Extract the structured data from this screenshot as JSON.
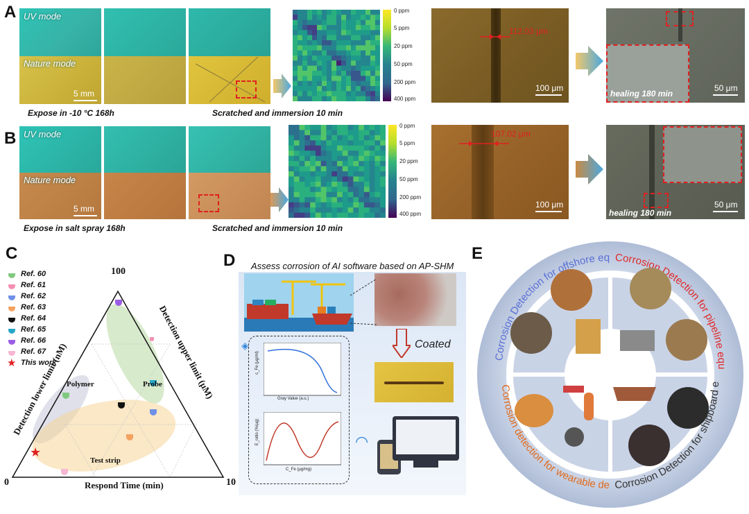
{
  "panel_a": {
    "letter": "A",
    "uv_mode": "UV mode",
    "nature_mode": "Nature mode",
    "scale_tile": "5 mm",
    "caption_left": "Expose in -10 °C 168h",
    "caption_right": "Scratched and immersion 10 min",
    "colorbar_labels": [
      "0 ppm",
      "5 ppm",
      "20 ppm",
      "50 ppm",
      "200 ppm",
      "400 ppm"
    ],
    "micro_width": "112.03 μm",
    "micro_scale": "100 μm",
    "heal_scale": "50 μm",
    "heal_label": "healing 180 min"
  },
  "panel_b": {
    "letter": "B",
    "uv_mode": "UV mode",
    "nature_mode": "Nature mode",
    "scale_tile": "5 mm",
    "caption_left": "Expose in salt spray 168h",
    "caption_right": "Scratched and immersion 10 min",
    "colorbar_labels": [
      "0 ppm",
      "5 ppm",
      "20 ppm",
      "50 ppm",
      "200 ppm",
      "400 ppm"
    ],
    "micro_width": "107.02 μm",
    "micro_scale": "100 μm",
    "heal_scale": "50 μm",
    "heal_label": "healing 180 min"
  },
  "panel_c": {
    "letter": "C",
    "legend": [
      {
        "label": "Ref. 60",
        "color": "#7fc97f"
      },
      {
        "label": "Ref. 61",
        "color": "#f48fb1"
      },
      {
        "label": "Ref. 62",
        "color": "#6f8fe8"
      },
      {
        "label": "Ref. 63",
        "color": "#f4a261"
      },
      {
        "label": "Ref. 64",
        "color": "#111111"
      },
      {
        "label": "Ref. 65",
        "color": "#27a7c8"
      },
      {
        "label": "Ref. 66",
        "color": "#9b5de5"
      },
      {
        "label": "Ref. 67",
        "color": "#f7b6d2"
      }
    ],
    "this_work": "This work",
    "top_tick": "100",
    "left_tick": "0",
    "right_tick": "10",
    "left_axis": "Detection lower limit (nM)",
    "right_axis": "Detection upper limit (μM)",
    "bottom_axis": "Respond Time (min)",
    "region_polymer": "Polymer",
    "region_probe": "Probe",
    "region_test_strip": "Test strip"
  },
  "panel_d": {
    "letter": "D",
    "title": "Assess corrosion of AI software based on AP-SHM",
    "coated": "Coated",
    "plot1_xlabel": "Gray Value (a.u.)",
    "plot1_ylabel": "c_Fe (μg/ml)",
    "plot2_xlabel": "C_Fe (μg/mg)",
    "plot2_ylabel": "E_ratio (%/μg)"
  },
  "panel_e": {
    "letter": "E",
    "offshore": "Corrosion Detection for offshore equipment",
    "pipeline": "Corrosion Detection for pipeline equipment",
    "shipboard": "Corrosion Detection for shipboard equipment",
    "wearable": "Corrosion detection for wearable devices",
    "colors": {
      "offshore": "#5a6fd6",
      "pipeline": "#e02828",
      "shipboard": "#333333",
      "wearable": "#e06a1e"
    }
  }
}
